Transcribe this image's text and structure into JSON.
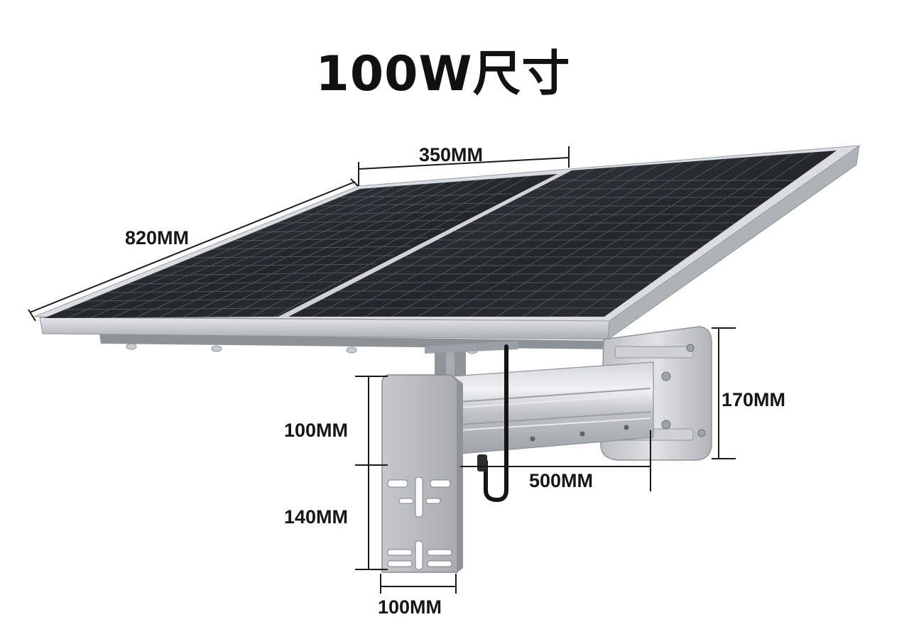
{
  "title": "100W尺寸",
  "dimensions": {
    "panel_width": "350MM",
    "panel_length": "820MM",
    "mount_height": "170MM",
    "arm_length": "500MM",
    "bracket_upper": "100MM",
    "bracket_lower": "140MM",
    "bracket_width": "100MM"
  },
  "colors": {
    "cell_dark": "#23272c",
    "frame": "#c3c8cd",
    "metal": "#b9bdc1",
    "dimension_line": "#1a1a1a",
    "cable": "#151515"
  },
  "icons": {
    "product": "solar-panel-with-wall-mount-bracket"
  }
}
